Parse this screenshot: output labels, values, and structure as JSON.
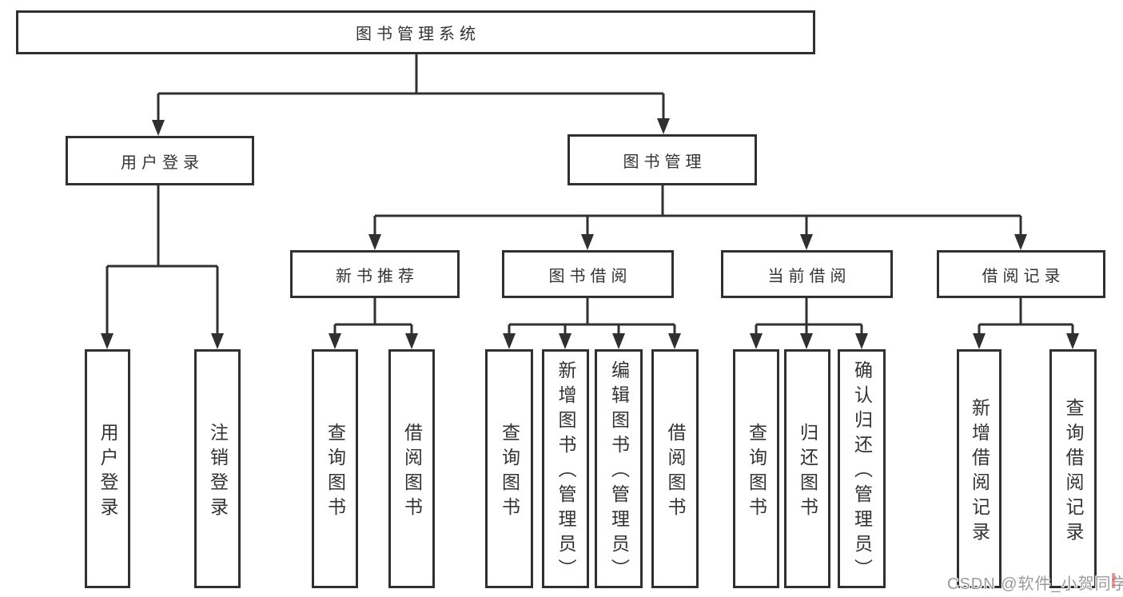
{
  "diagram_type": "functional-structure-tree",
  "root": {
    "label": "图书管理系统"
  },
  "branches": [
    {
      "label": "用户登录",
      "children": [
        "用户登录",
        "注销登录"
      ]
    },
    {
      "label": "图书管理",
      "groups": [
        {
          "label": "新书推荐",
          "children": [
            "查询图书",
            "借阅图书"
          ]
        },
        {
          "label": "图书借阅",
          "children": [
            "查询图书",
            "新增图书（管理员）",
            "编辑图书（管理员）",
            "借阅图书"
          ]
        },
        {
          "label": "当前借阅",
          "children": [
            "查询图书",
            "归还图书",
            "确认归还（管理员）"
          ]
        },
        {
          "label": "借阅记录",
          "children": [
            "新增借阅记录",
            "查询借阅记录"
          ]
        }
      ]
    }
  ],
  "watermark": {
    "text": "CSDN @软件_小贺同学"
  },
  "colors": {
    "line": "#303030",
    "box_border": "#303030",
    "text": "#333333",
    "background": "#ffffff",
    "watermark": "#9a9a9a",
    "watermark_accent": "#d74646"
  }
}
